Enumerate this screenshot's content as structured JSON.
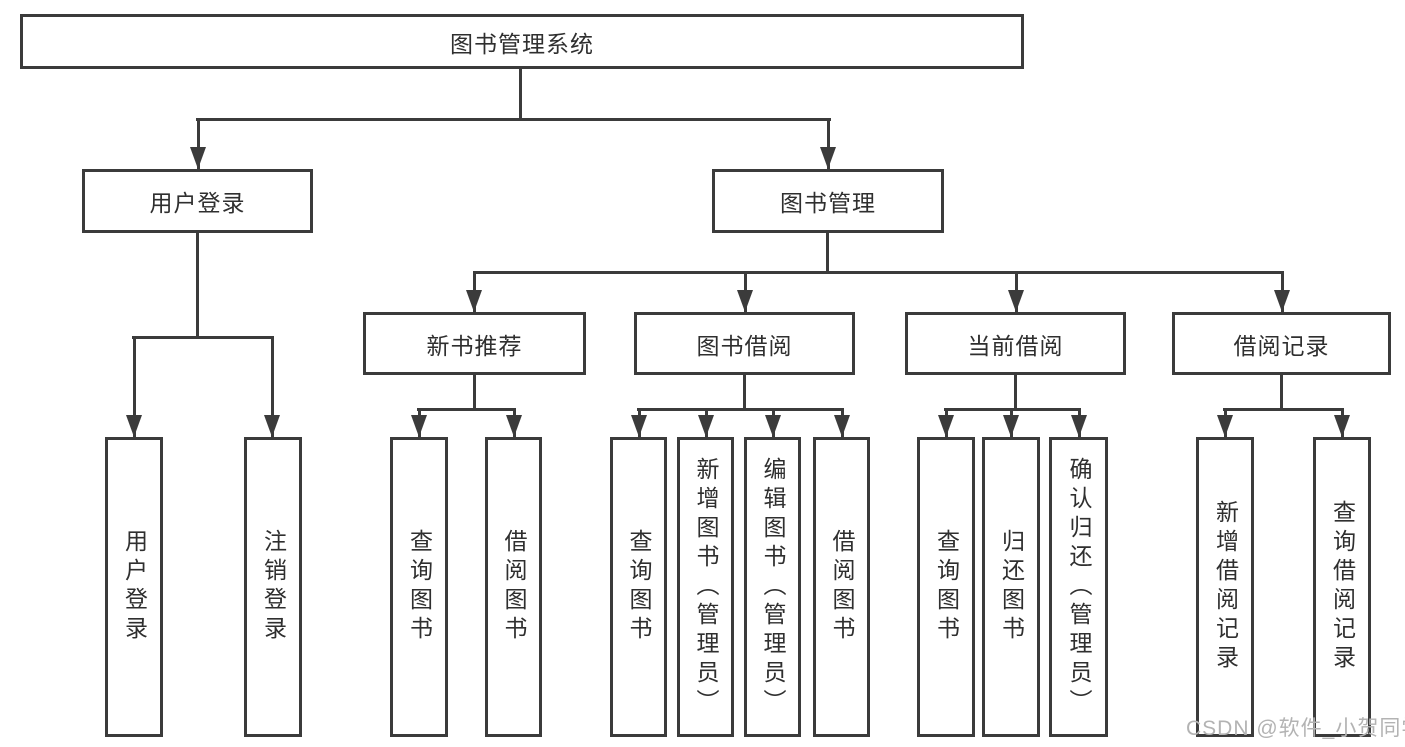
{
  "tree": {
    "label": "图书管理系统",
    "children": [
      {
        "label": "用户登录",
        "children": [
          {
            "label": "用户登录"
          },
          {
            "label": "注销登录"
          }
        ]
      },
      {
        "label": "图书管理",
        "children": [
          {
            "label": "新书推荐",
            "children": [
              {
                "label": "查询图书"
              },
              {
                "label": "借阅图书"
              }
            ]
          },
          {
            "label": "图书借阅",
            "children": [
              {
                "label": "查询图书"
              },
              {
                "label": "新增图书（管理员）"
              },
              {
                "label": "编辑图书（管理员）"
              },
              {
                "label": "借阅图书"
              }
            ]
          },
          {
            "label": "当前借阅",
            "children": [
              {
                "label": "查询图书"
              },
              {
                "label": "归还图书"
              },
              {
                "label": "确认归还（管理员）"
              }
            ]
          },
          {
            "label": "借阅记录",
            "children": [
              {
                "label": "新增借阅记录"
              },
              {
                "label": "查询借阅记录"
              }
            ]
          }
        ]
      }
    ]
  },
  "watermark": {
    "text": "CSDN @软件_小贺同学"
  },
  "colors": {
    "line": "#3b3b3b",
    "text": "#2f2f2f",
    "watermark": "#b3b3b3",
    "background": "#ffffff"
  }
}
